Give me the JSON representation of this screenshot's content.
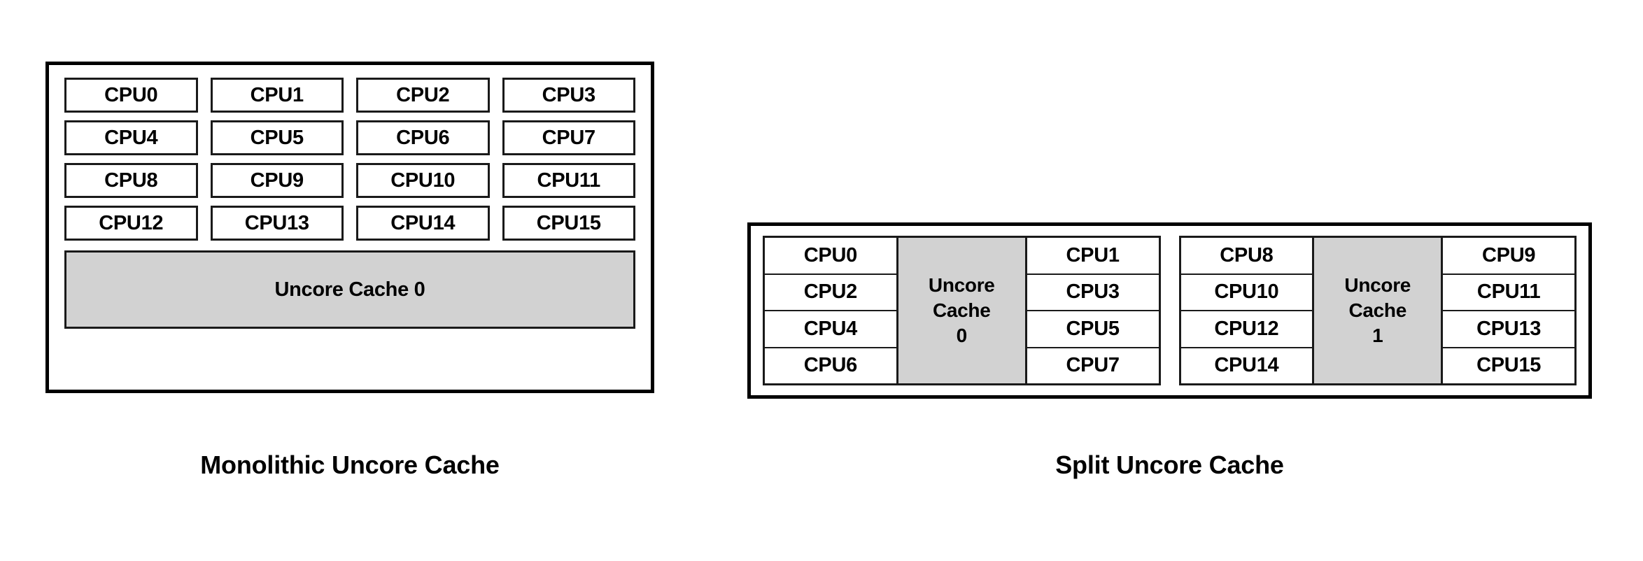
{
  "colors": {
    "cache_fill": "#d2d2d2",
    "border": "#000000",
    "text": "#000000",
    "background": "#ffffff"
  },
  "diagrams": [
    {
      "id": "monolithic",
      "caption": "Monolithic Uncore Cache",
      "layout": "grid-4x4-with-shared-cache",
      "cpus": [
        "CPU0",
        "CPU1",
        "CPU2",
        "CPU3",
        "CPU4",
        "CPU5",
        "CPU6",
        "CPU7",
        "CPU8",
        "CPU9",
        "CPU10",
        "CPU11",
        "CPU12",
        "CPU13",
        "CPU14",
        "CPU15"
      ],
      "cache": {
        "label": "Uncore Cache 0"
      }
    },
    {
      "id": "split",
      "caption": "Split Uncore Cache",
      "layout": "two-clusters-each-with-own-cache",
      "clusters": [
        {
          "id": "cluster-0",
          "left_cpus": [
            "CPU0",
            "CPU2",
            "CPU4",
            "CPU6"
          ],
          "cache": {
            "line1": "Uncore",
            "line2": "Cache",
            "line3": "0"
          },
          "right_cpus": [
            "CPU1",
            "CPU3",
            "CPU5",
            "CPU7"
          ]
        },
        {
          "id": "cluster-1",
          "left_cpus": [
            "CPU8",
            "CPU10",
            "CPU12",
            "CPU14"
          ],
          "cache": {
            "line1": "Uncore",
            "line2": "Cache",
            "line3": "1"
          },
          "right_cpus": [
            "CPU9",
            "CPU11",
            "CPU13",
            "CPU15"
          ]
        }
      ]
    }
  ]
}
